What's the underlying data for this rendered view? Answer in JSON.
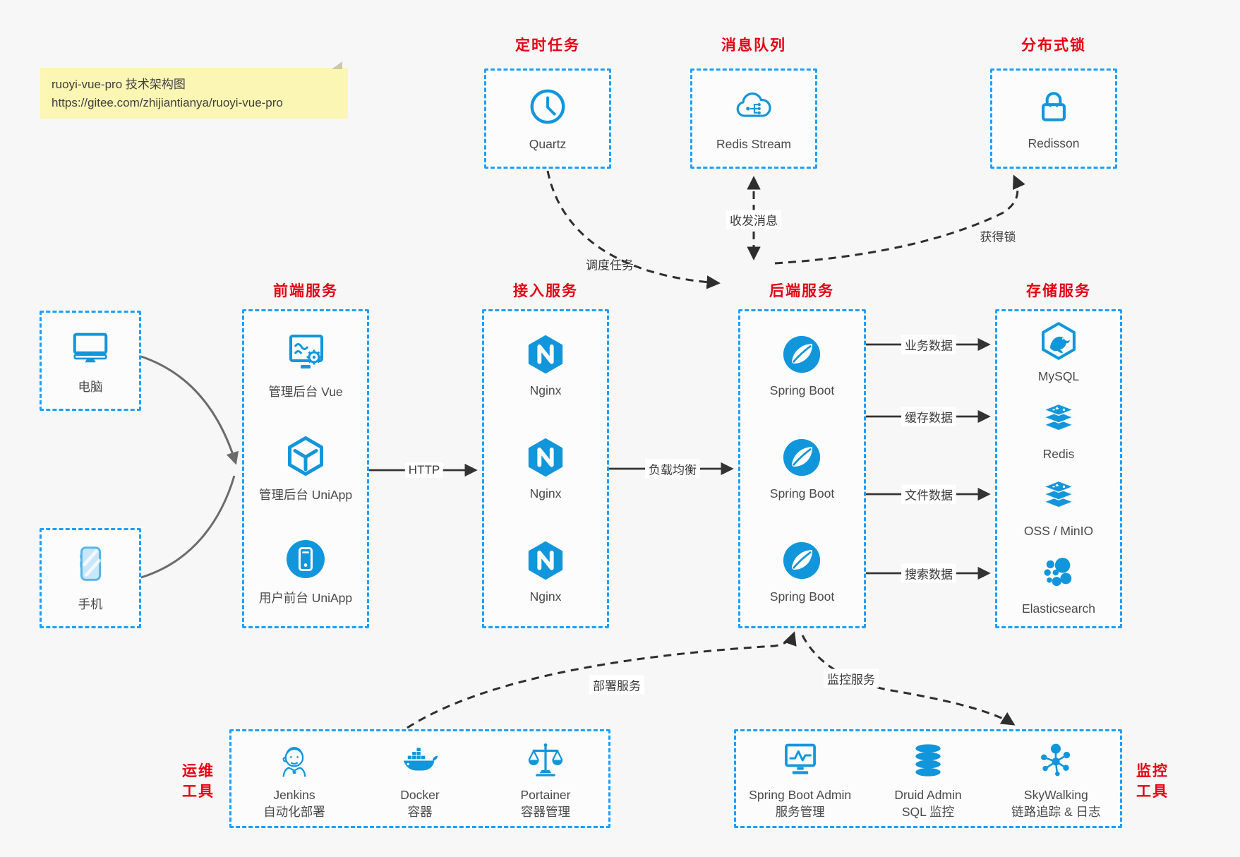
{
  "note": {
    "line1": "ruoyi-vue-pro 技术架构图",
    "line2": "https://gitee.com/zhijiantianya/ruoyi-vue-pro"
  },
  "groups": {
    "scheduler": {
      "title": "定时任务",
      "item": {
        "label": "Quartz",
        "icon": "clock-icon"
      }
    },
    "mq": {
      "title": "消息队列",
      "item": {
        "label": "Redis Stream",
        "icon": "cloud-stream-icon"
      }
    },
    "lock": {
      "title": "分布式锁",
      "item": {
        "label": "Redisson",
        "icon": "padlock-icon"
      }
    },
    "clients": {
      "pc": {
        "label": "电脑",
        "icon": "desktop-icon"
      },
      "phone": {
        "label": "手机",
        "icon": "smartphone-icon"
      }
    },
    "frontend": {
      "title": "前端服务",
      "items": [
        {
          "label": "管理后台 Vue",
          "icon": "admin-vue-icon"
        },
        {
          "label": "管理后台 UniApp",
          "icon": "uniapp-cube-icon"
        },
        {
          "label": "用户前台 UniApp",
          "icon": "user-app-icon"
        }
      ]
    },
    "gateway": {
      "title": "接入服务",
      "items": [
        {
          "label": "Nginx",
          "icon": "nginx-icon"
        },
        {
          "label": "Nginx",
          "icon": "nginx-icon"
        },
        {
          "label": "Nginx",
          "icon": "nginx-icon"
        }
      ]
    },
    "backend": {
      "title": "后端服务",
      "items": [
        {
          "label": "Spring Boot",
          "icon": "spring-leaf-icon"
        },
        {
          "label": "Spring Boot",
          "icon": "spring-leaf-icon"
        },
        {
          "label": "Spring Boot",
          "icon": "spring-leaf-icon"
        }
      ]
    },
    "storage": {
      "title": "存储服务",
      "items": [
        {
          "label": "MySQL",
          "icon": "mysql-dolphin-icon"
        },
        {
          "label": "Redis",
          "icon": "redis-stack-icon"
        },
        {
          "label": "OSS / MinIO",
          "icon": "oss-stack-icon"
        },
        {
          "label": "Elasticsearch",
          "icon": "elasticsearch-icon"
        }
      ]
    },
    "ops": {
      "side_label_line1": "运维",
      "side_label_line2": "工具",
      "items": [
        {
          "name": "Jenkins",
          "desc": "自动化部署",
          "icon": "jenkins-icon"
        },
        {
          "name": "Docker",
          "desc": "容器",
          "icon": "docker-whale-icon"
        },
        {
          "name": "Portainer",
          "desc": "容器管理",
          "icon": "scales-icon"
        }
      ]
    },
    "monitoring": {
      "side_label_line1": "监控",
      "side_label_line2": "工具",
      "items": [
        {
          "name": "Spring Boot Admin",
          "desc": "服务管理",
          "icon": "monitor-chart-icon"
        },
        {
          "name": "Druid Admin",
          "desc": "SQL 监控",
          "icon": "database-icon"
        },
        {
          "name": "SkyWalking",
          "desc": "链路追踪 & 日志",
          "icon": "topology-icon"
        }
      ]
    }
  },
  "edges": {
    "http": "HTTP",
    "load_balance": "负载均衡",
    "business_data": "业务数据",
    "cache_data": "缓存数据",
    "file_data": "文件数据",
    "search_data": "搜索数据",
    "schedule_task": "调度任务",
    "send_receive_message": "收发消息",
    "acquire_lock": "获得锁",
    "deploy_service": "部署服务",
    "monitor_service": "监控服务"
  },
  "colors": {
    "icon_blue": "#1296db",
    "border_blue": "#1E9FFF",
    "title_red": "#e60012",
    "note_bg": "#FBF6B4"
  }
}
